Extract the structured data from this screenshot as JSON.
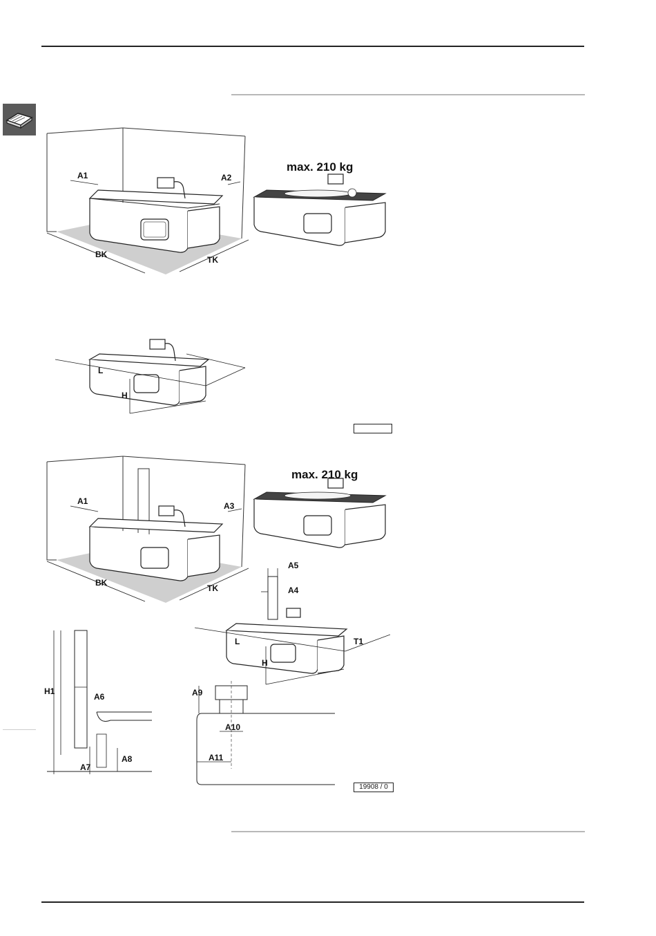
{
  "figure_top": {
    "labels": {
      "a1": "A1",
      "a2": "A2",
      "bk": "BK",
      "tk": "TK",
      "max_load": "max. 210 kg"
    }
  },
  "figure_mid": {
    "labels": {
      "l": "L",
      "h": "H"
    },
    "ref": ""
  },
  "figure_bottom": {
    "labels": {
      "a1": "A1",
      "a3": "A3",
      "bk": "BK",
      "tk": "TK",
      "max_load": "max. 210 kg",
      "a5": "A5",
      "a4": "A4",
      "l": "L",
      "h": "H",
      "t1": "T1",
      "h1": "H1",
      "a6": "A6",
      "a7": "A7",
      "a8": "A8",
      "a9": "A9",
      "a10": "A10",
      "a11": "A11"
    },
    "ref": "19908 / 0"
  }
}
